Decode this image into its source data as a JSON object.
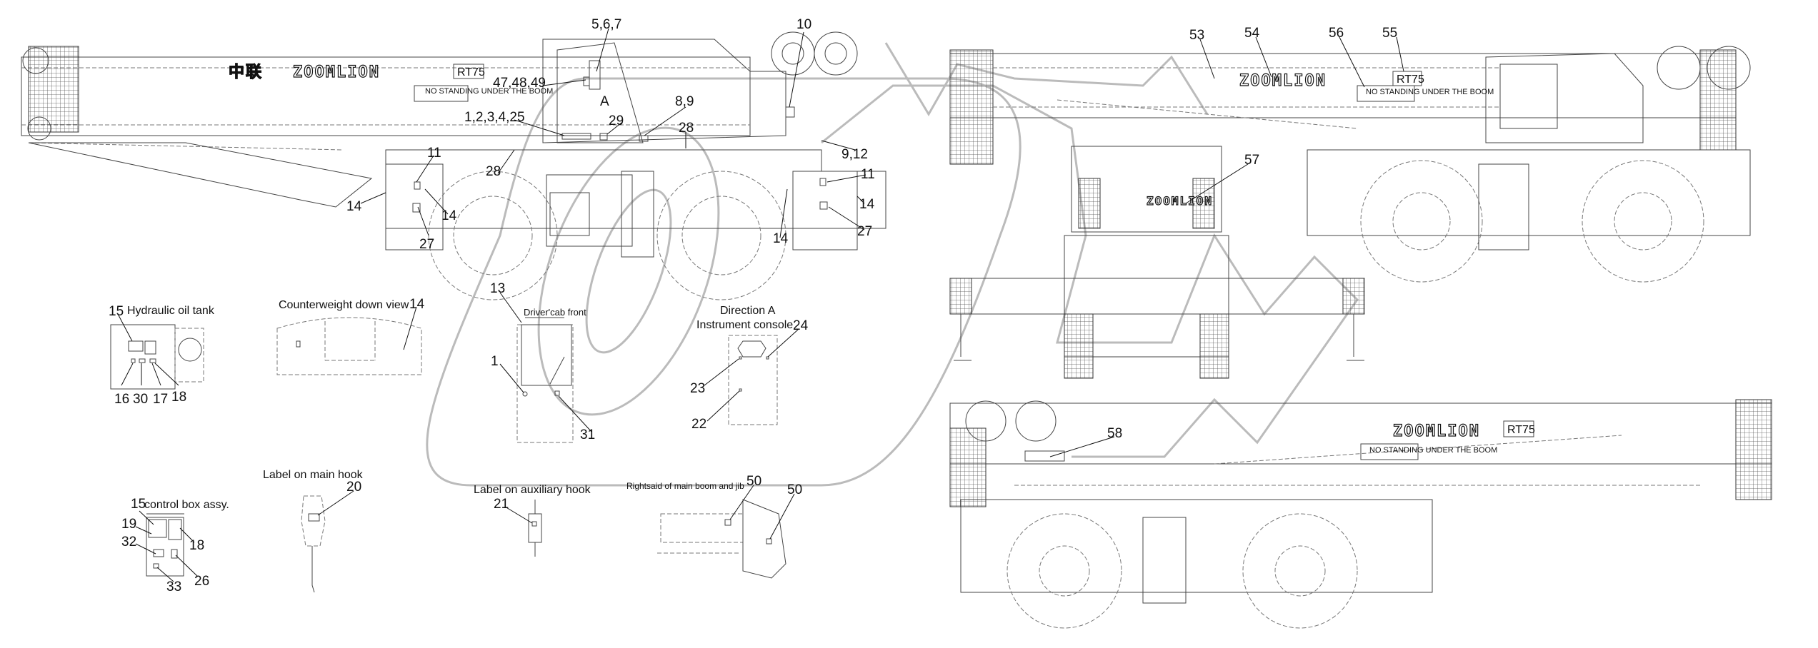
{
  "main_side_view": {
    "brand_cn": "中联",
    "brand": "ZOOMLION",
    "model": "RT75",
    "warning": "NO STANDING UNDER THE BOOM",
    "callouts": [
      "5,6,7",
      "10",
      "47,48,49",
      "A",
      "1,2,3,4,25",
      "29",
      "8,9",
      "28",
      "9,12",
      "11",
      "28",
      "14",
      "14",
      "27",
      "11",
      "14",
      "27",
      "14"
    ]
  },
  "right_views": {
    "brand": "ZOOMLION",
    "model": "RT75",
    "warning": "NO STANDING UNDER THE BOOM",
    "callouts": [
      "53",
      "54",
      "56",
      "55",
      "57",
      "58"
    ]
  },
  "hydraulic_oil_tank": {
    "title": "Hydraulic oil tank",
    "callouts": [
      "15",
      "16",
      "30",
      "17",
      "18"
    ]
  },
  "counterweight": {
    "title": "Counterweight down view",
    "callouts": [
      "14"
    ]
  },
  "driver_cab": {
    "title": "Driver'cab front",
    "callouts": [
      "13",
      "1",
      "31"
    ]
  },
  "instrument_console": {
    "title_line1": "Direction A",
    "title_line2": "Instrument console",
    "callouts": [
      "24",
      "23",
      "22"
    ]
  },
  "main_hook": {
    "title": "Label on main hook",
    "callouts": [
      "20"
    ]
  },
  "aux_hook": {
    "title": "Label on auxiliary hook",
    "callouts": [
      "21"
    ]
  },
  "boom_jib": {
    "title": "Rightsaid of main boom and jib",
    "callouts": [
      "50",
      "50"
    ]
  },
  "control_box": {
    "title": "control box assy.",
    "callouts": [
      "15",
      "19",
      "18",
      "32",
      "26",
      "33"
    ]
  },
  "watermark": "OPEX",
  "colors": {
    "line": "#444444",
    "watermark": "#bbbbbb",
    "background": "#ffffff"
  }
}
